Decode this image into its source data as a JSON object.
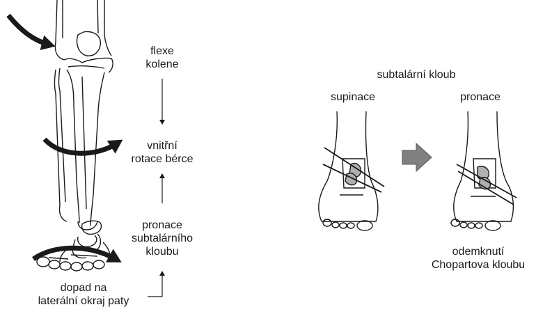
{
  "left_panel": {
    "knee_flexion": [
      "flexe",
      "kolene"
    ],
    "internal_rotation": [
      "vnitřní",
      "rotace bérce"
    ],
    "subtalar_pronation": [
      "pronace",
      "subtalárního",
      "kloubu"
    ],
    "lateral_heel_strike": [
      "dopad na",
      "laterální okraj paty"
    ]
  },
  "right_panel": {
    "title": "subtalární kloub",
    "supination_label": "supinace",
    "pronation_label": "pronace",
    "chopart_note": [
      "odemknutí",
      "Chopartova kloubu"
    ]
  },
  "colors": {
    "ink": "#1a1a1a",
    "arrow_gray": "#808080",
    "bone_fill": "#ffffff",
    "talus_gray": "#b0b0b0"
  }
}
